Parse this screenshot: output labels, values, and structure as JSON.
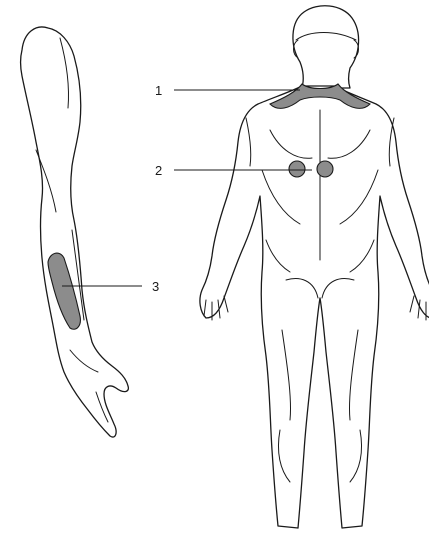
{
  "callouts": [
    {
      "number": "1"
    },
    {
      "number": "2"
    },
    {
      "number": "3"
    }
  ],
  "colors": {
    "line": "#1a1a1a",
    "zone_fill": "#8c8c8c",
    "background": "#ffffff"
  }
}
